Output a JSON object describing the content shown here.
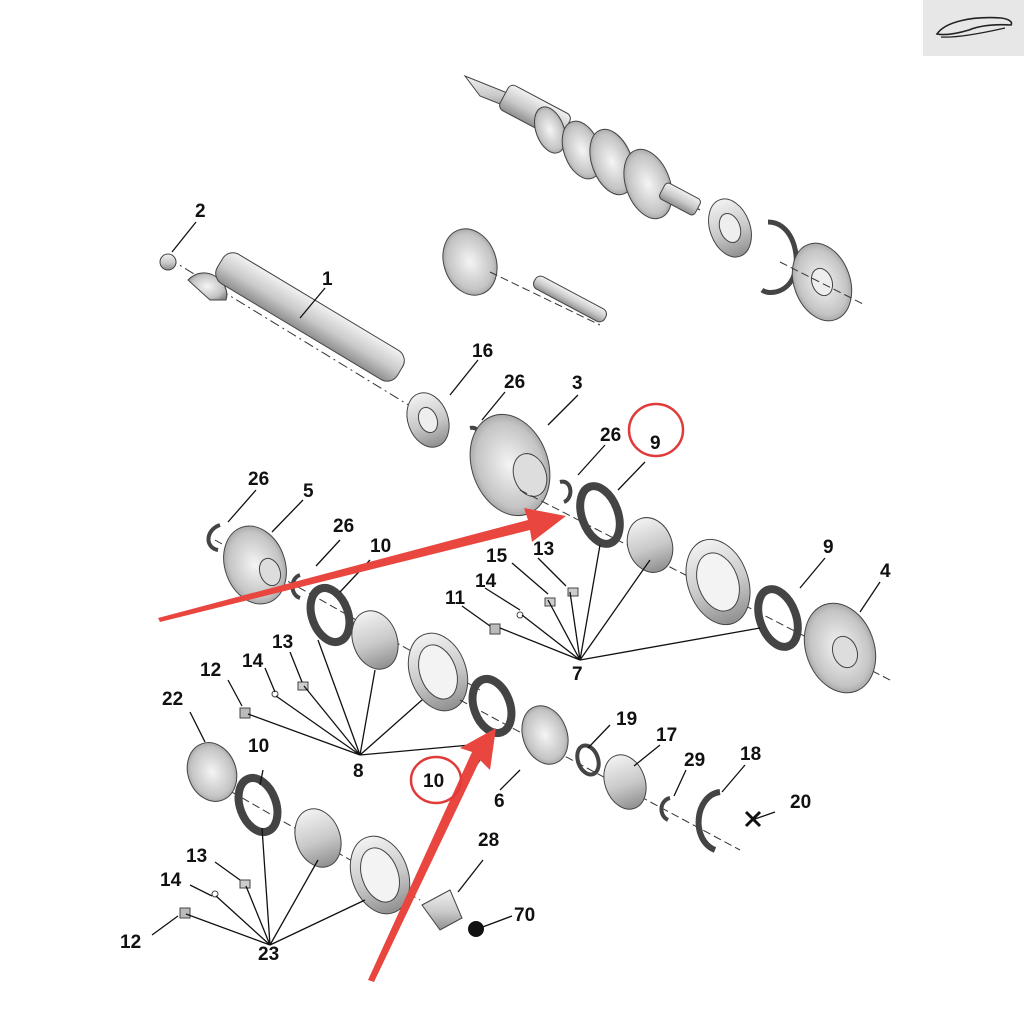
{
  "diagram": {
    "logo": {
      "name": "car-silhouette-logo",
      "background": "#e7e7e7"
    },
    "callouts": [
      {
        "id": "c-2",
        "text": "2"
      },
      {
        "id": "c-1",
        "text": "1"
      },
      {
        "id": "c-16",
        "text": "16"
      },
      {
        "id": "c-26a",
        "text": "26"
      },
      {
        "id": "c-3",
        "text": "3"
      },
      {
        "id": "c-26b",
        "text": "26"
      },
      {
        "id": "c-9a",
        "text": "9"
      },
      {
        "id": "c-26c",
        "text": "26"
      },
      {
        "id": "c-5",
        "text": "5"
      },
      {
        "id": "c-26d",
        "text": "26"
      },
      {
        "id": "c-10a",
        "text": "10"
      },
      {
        "id": "c-15",
        "text": "15"
      },
      {
        "id": "c-13a",
        "text": "13"
      },
      {
        "id": "c-14a",
        "text": "14"
      },
      {
        "id": "c-11",
        "text": "11"
      },
      {
        "id": "c-9b",
        "text": "9"
      },
      {
        "id": "c-4",
        "text": "4"
      },
      {
        "id": "c-7",
        "text": "7"
      },
      {
        "id": "c-12a",
        "text": "12"
      },
      {
        "id": "c-14b",
        "text": "14"
      },
      {
        "id": "c-13b",
        "text": "13"
      },
      {
        "id": "c-22",
        "text": "22"
      },
      {
        "id": "c-8",
        "text": "8"
      },
      {
        "id": "c-19",
        "text": "19"
      },
      {
        "id": "c-17",
        "text": "17"
      },
      {
        "id": "c-18",
        "text": "18"
      },
      {
        "id": "c-10b",
        "text": "10"
      },
      {
        "id": "c-29",
        "text": "29"
      },
      {
        "id": "c-20",
        "text": "20"
      },
      {
        "id": "c-10c",
        "text": "10"
      },
      {
        "id": "c-6",
        "text": "6"
      },
      {
        "id": "c-28",
        "text": "28"
      },
      {
        "id": "c-13c",
        "text": "13"
      },
      {
        "id": "c-14c",
        "text": "14"
      },
      {
        "id": "c-70",
        "text": "70"
      },
      {
        "id": "c-12b",
        "text": "12"
      },
      {
        "id": "c-23",
        "text": "23"
      }
    ],
    "highlight_color": "#e03a3a",
    "arrow_color": "#e8463f",
    "part_color": "#cfcfcf",
    "part_stroke": "#4a4a4a"
  }
}
